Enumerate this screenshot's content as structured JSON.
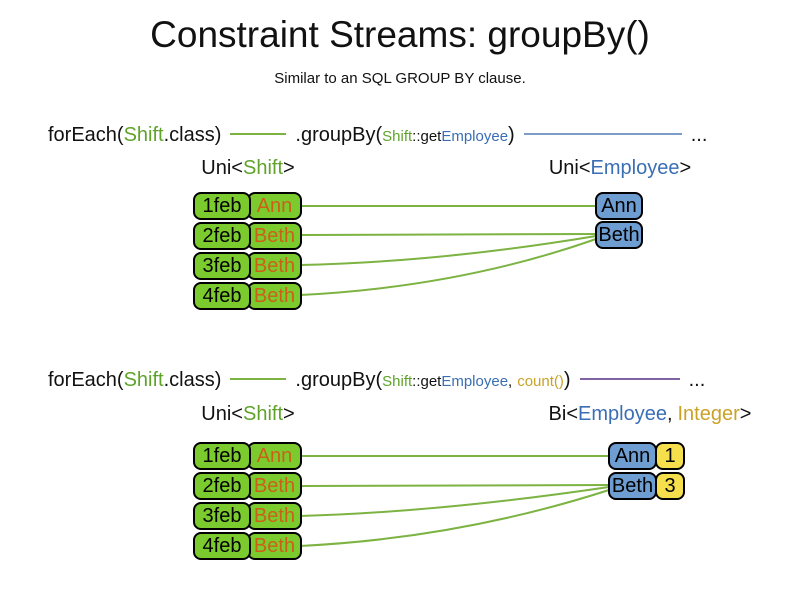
{
  "slide": {
    "title": "Constraint Streams: groupBy()",
    "subtitle": "Similar to an SQL GROUP BY clause."
  },
  "colors": {
    "text_green": "#5FA32B",
    "text_blue": "#3A6EB5",
    "text_orange": "#CC6018",
    "text_gold": "#C9A227",
    "box_green": "#7BCB2F",
    "box_blue": "#6D9DD1",
    "box_yellow": "#F5DF4D",
    "connector_green": "#7CB342",
    "connector_blue": "#7D9CC6",
    "connector_purple": "#8064A2"
  },
  "section1": {
    "code": {
      "foreach_open": "forEach(",
      "foreach_class": "Shift",
      "foreach_close": ".class)",
      "groupby_open": ".groupBy(",
      "arg_class": "Shift",
      "arg_accessor": "::get",
      "arg_type": "Employee",
      "groupby_close": ")",
      "ellipsis": "..."
    },
    "source_label": {
      "open": "Uni<",
      "type": "Shift",
      "close": ">"
    },
    "result_label": {
      "open": "Uni<",
      "type": "Employee",
      "close": ">"
    },
    "shifts": [
      {
        "date": "1feb",
        "employee": "Ann"
      },
      {
        "date": "2feb",
        "employee": "Beth"
      },
      {
        "date": "3feb",
        "employee": "Beth"
      },
      {
        "date": "4feb",
        "employee": "Beth"
      }
    ],
    "groups": [
      {
        "employee": "Ann"
      },
      {
        "employee": "Beth"
      }
    ]
  },
  "section2": {
    "code": {
      "foreach_open": "forEach(",
      "foreach_class": "Shift",
      "foreach_close": ".class)",
      "groupby_open": ".groupBy(",
      "arg_class": "Shift",
      "arg_accessor": "::get",
      "arg_type": "Employee",
      "arg_separator": ",",
      "arg_collector": "count()",
      "groupby_close": ")",
      "ellipsis": "..."
    },
    "source_label": {
      "open": "Uni<",
      "type": "Shift",
      "close": ">"
    },
    "result_label": {
      "open": "Bi<",
      "type1": "Employee",
      "separator": ",",
      "type2": "Integer",
      "close": ">"
    },
    "shifts": [
      {
        "date": "1feb",
        "employee": "Ann"
      },
      {
        "date": "2feb",
        "employee": "Beth"
      },
      {
        "date": "3feb",
        "employee": "Beth"
      },
      {
        "date": "4feb",
        "employee": "Beth"
      }
    ],
    "groups": [
      {
        "employee": "Ann",
        "count": "1"
      },
      {
        "employee": "Beth",
        "count": "3"
      }
    ]
  }
}
